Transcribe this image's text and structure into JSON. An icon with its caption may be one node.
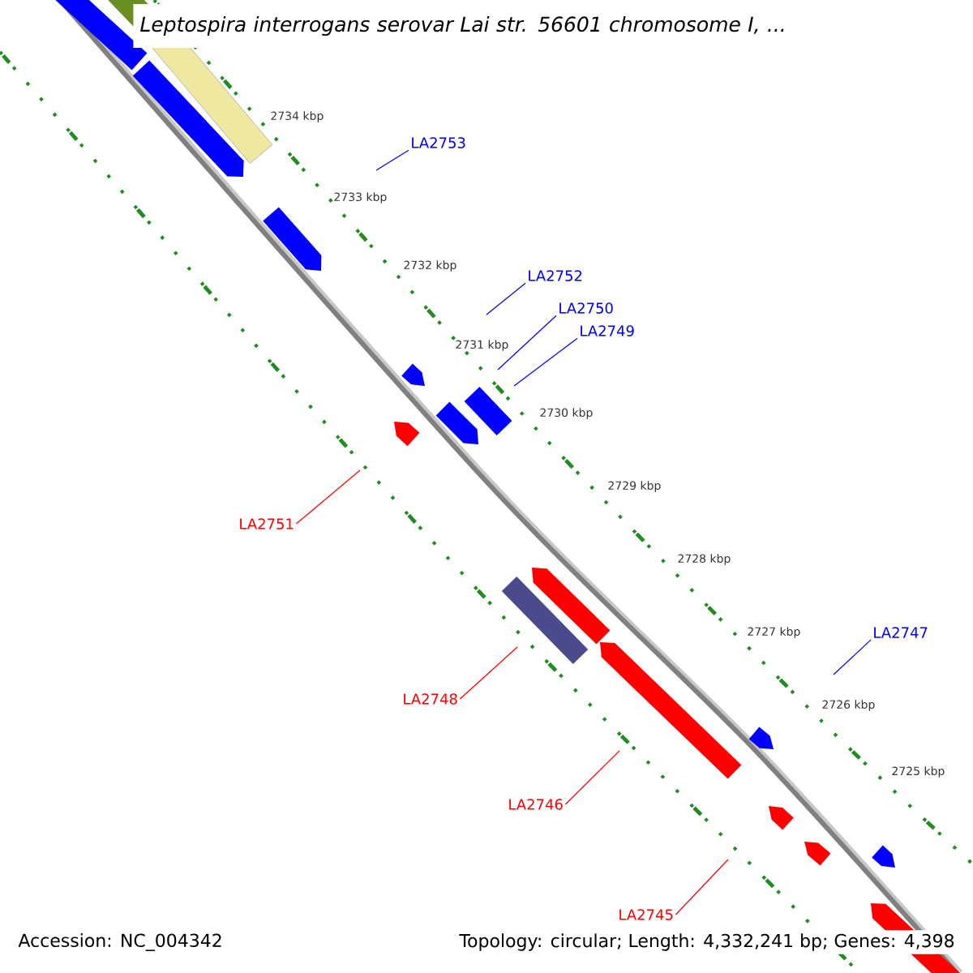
{
  "diagram": {
    "title": "Leptospira interrogans serovar Lai str. 56601 chromosome I, ...",
    "nodes": [
      {
        "text": [
          "LA2753"
        ]
      },
      {
        "text": [
          "LA2752"
        ]
      },
      {
        "text": [
          "LA2750"
        ]
      },
      {
        "text": [
          "LA2749"
        ]
      },
      {
        "text": [
          "LA2751"
        ]
      },
      {
        "text": [
          "LA2747"
        ]
      },
      {
        "text": [
          "LA2748"
        ]
      },
      {
        "text": [
          "LA2746"
        ]
      },
      {
        "text": [
          "LA2745"
        ]
      }
    ],
    "edges": [
      {
        "from": 0,
        "to": null,
        "arrow": "none"
      },
      {
        "from": 1,
        "to": null,
        "arrow": "none"
      },
      {
        "from": 2,
        "to": null,
        "arrow": "none"
      },
      {
        "from": 3,
        "to": null,
        "arrow": "none"
      },
      {
        "from": 4,
        "to": null,
        "arrow": "none",
        "color": "#ff0000"
      },
      {
        "from": 5,
        "to": null,
        "arrow": "none"
      },
      {
        "from": 6,
        "to": null,
        "arrow": "none",
        "color": "#ff0000"
      },
      {
        "from": 7,
        "to": null,
        "arrow": "none",
        "color": "#ff0000"
      },
      {
        "from": 8,
        "to": null,
        "arrow": "none",
        "color": "#ff0000"
      }
    ],
    "labels": [
      "2734 kbp",
      "2733 kbp",
      "2732 kbp",
      "2731 kbp",
      "2730 kbp",
      "2729 kbp",
      "2728 kbp",
      "2727 kbp",
      "2726 kbp",
      "2725 kbp",
      "Accession: NC_004342",
      "Topology: circular; Length: 4,332,241 bp; Genes: 4,398"
    ]
  }
}
